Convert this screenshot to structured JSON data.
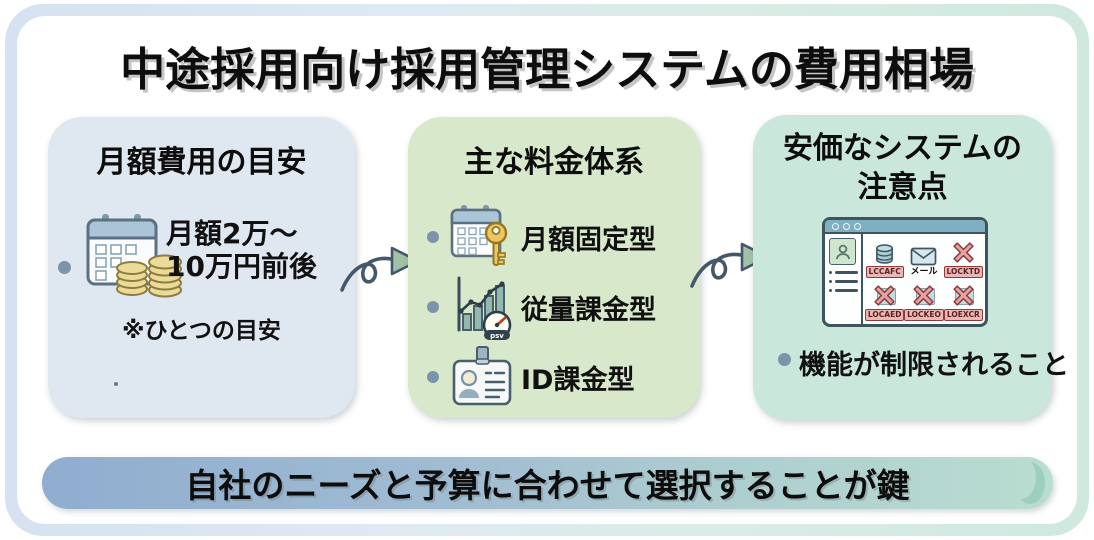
{
  "title": "中途採用向け採用管理システムの費用相場",
  "panels": {
    "monthly_cost": {
      "title": "月額費用の目安",
      "cost_line1": "月額2万〜",
      "cost_line2": "10万円前後",
      "note": "※ひとつの目安"
    },
    "pricing_models": {
      "title": "主な料金体系",
      "items": [
        {
          "icon": "calendar-key-icon",
          "label": "月額固定型"
        },
        {
          "icon": "chart-gauge-icon",
          "label": "従量課金型"
        },
        {
          "icon": "id-card-icon",
          "label": "ID課金型"
        }
      ],
      "gauge_text": "psv"
    },
    "caution": {
      "title_line1": "安価なシステムの",
      "title_line2": "注意点",
      "bullet": "機能が制限されること",
      "window": {
        "labels": [
          "LCCAFC",
          "メール",
          "LOCKTD",
          "LOCAED",
          "LOCKEO",
          "LOEXCR"
        ]
      }
    }
  },
  "footer": "自社のニーズと予算に合わせて選択することが鍵",
  "colors": {
    "panel_blue": "#dfe8f1",
    "panel_green": "#d8e8ca",
    "panel_mint": "#c9e7db",
    "frame_blue": "#d6e2f1",
    "frame_mint": "#cfe9df",
    "pill_left": "#8fadd0",
    "pill_right": "#b9ddd0",
    "bullet": "#7b94aa",
    "coin_gold": "#ecdb96",
    "key_gold": "#ecc763",
    "x_mark": "#e3a5a3",
    "browser_bar": "#7fb0c2"
  }
}
